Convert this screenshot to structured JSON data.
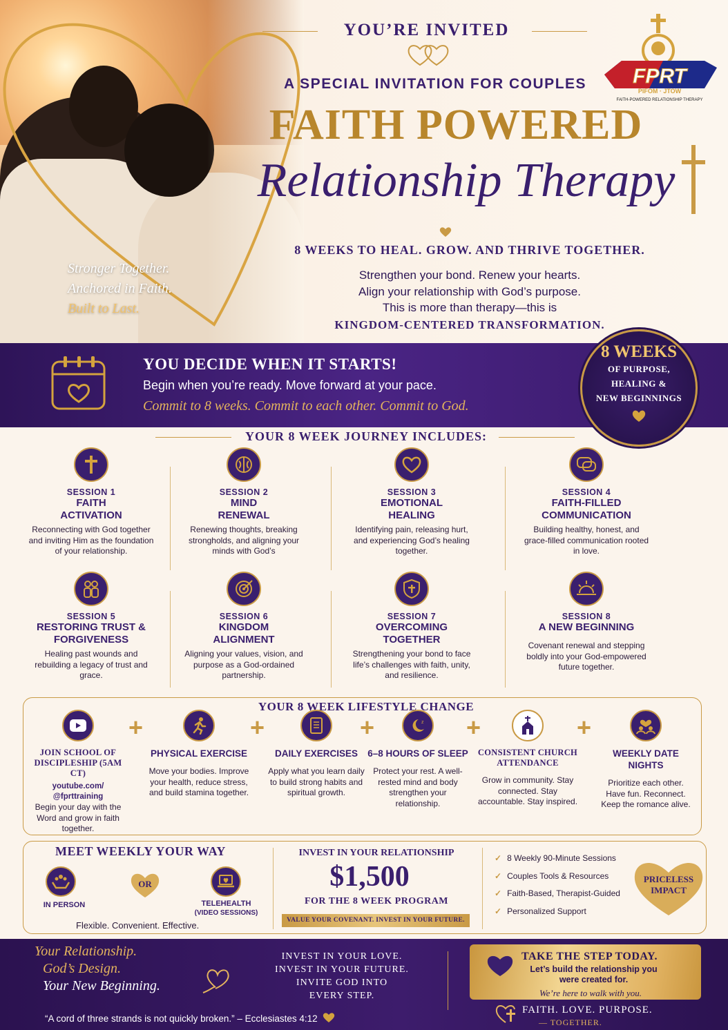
{
  "header": {
    "invited": "YOU’RE INVITED",
    "special": "A SPECIAL INVITATION FOR COUPLES",
    "title_line1": "FAITH POWERED",
    "title_line2": "Relationship Therapy",
    "weeks_tagline": "8 WEEKS TO HEAL. GROW. AND THRIVE TOGETHER.",
    "intro_lines": [
      "Strengthen your bond. Renew your hearts.",
      "Align your relationship with God’s purpose.",
      "This is more than therapy—this is"
    ],
    "kingdom": "KINGDOM-CENTERED TRANSFORMATION.",
    "photo_tagline": [
      "Stronger Together.",
      "Anchored in Faith.",
      "Built to Last."
    ]
  },
  "logo": {
    "main": "FPRT",
    "sub": "PIFOM · JTOW",
    "caption": "FAITH-POWERED RELATIONSHIP THERAPY"
  },
  "band": {
    "title": "YOU DECIDE WHEN IT STARTS!",
    "line": "Begin when you’re ready. Move forward at your pace.",
    "commit": "Commit to 8 weeks. Commit to each other. Commit to God.",
    "badge_big": "8 WEEKS",
    "badge_lines": [
      "OF PURPOSE,",
      "HEALING &",
      "NEW BEGINNINGS"
    ]
  },
  "journey": {
    "title": "YOUR 8 WEEK JOURNEY INCLUDES:",
    "sessions": [
      {
        "num": "SESSION 1",
        "name": "FAITH ACTIVATION",
        "desc": "Reconnecting with God together and inviting Him as the foundation of your relationship.",
        "icon": "cross-icon"
      },
      {
        "num": "SESSION 2",
        "name": "MIND RENEWAL",
        "desc": "Renewing thoughts, breaking strongholds, and aligning your minds with God’s",
        "icon": "brain-icon"
      },
      {
        "num": "SESSION 3",
        "name": "EMOTIONAL HEALING",
        "desc": "Identifying pain, releasing hurt, and experiencing God’s healing together.",
        "icon": "heart-icon"
      },
      {
        "num": "SESSION 4",
        "name": "FAITH-FILLED COMMUNICATION",
        "desc": "Building healthy, honest, and grace-filled communication rooted in love.",
        "icon": "chat-icon"
      },
      {
        "num": "SESSION 5",
        "name": "RESTORING TRUST & FORGIVENESS",
        "desc": "Healing past wounds and rebuilding a legacy of trust and grace.",
        "icon": "couple-icon"
      },
      {
        "num": "SESSION 6",
        "name": "KINGDOM ALIGNMENT",
        "desc": "Aligning your values, vision, and purpose as a God-ordained partnership.",
        "icon": "target-icon"
      },
      {
        "num": "SESSION 7",
        "name": "OVERCOMING TOGETHER",
        "desc": "Strengthening your bond to face life’s challenges with faith, unity, and resilience.",
        "icon": "shield-icon"
      },
      {
        "num": "SESSION 8",
        "name": "A NEW BEGINNING",
        "desc": "Covenant renewal and stepping boldly into your God-empowered future together.",
        "icon": "sunrise-icon"
      }
    ]
  },
  "lifestyle": {
    "title": "YOUR 8 WEEK LIFESTYLE CHANGE",
    "items": [
      {
        "name": "JOIN SCHOOL OF DISCIPLESHIP (5AM CT)",
        "sub": "youtube.com/ @fprttraining",
        "desc": "Begin your day with the Word and grow in faith together.",
        "icon": "play-icon"
      },
      {
        "name": "PHYSICAL EXERCISE",
        "sub": "",
        "desc": "Move your bodies. Improve your health, reduce stress, and build stamina together.",
        "icon": "runner-icon"
      },
      {
        "name": "DAILY EXERCISES",
        "sub": "",
        "desc": "Apply what you learn daily to build strong habits and spiritual growth.",
        "icon": "notebook-icon"
      },
      {
        "name": "6–8 HOURS OF SLEEP",
        "sub": "",
        "desc": "Protect your rest. A well-rested mind and body strengthen your relationship.",
        "icon": "moon-icon"
      },
      {
        "name": "CONSISTENT CHURCH ATTENDANCE",
        "sub": "",
        "desc": "Grow in community. Stay connected. Stay accountable. Stay inspired.",
        "icon": "church-icon"
      },
      {
        "name": "WEEKLY DATE NIGHTS",
        "sub": "",
        "desc": "Prioritize each other. Have fun. Reconnect. Keep the romance alive.",
        "icon": "date-icon"
      }
    ],
    "plus": "+"
  },
  "meet": {
    "title": "MEET WEEKLY YOUR WAY",
    "in_person": "IN PERSON",
    "or": "OR",
    "telehealth": "TELEHEALTH",
    "telehealth_sub": "(VIDEO SESSIONS)",
    "tagline": "Flexible. Convenient. Effective."
  },
  "invest": {
    "title": "INVEST IN YOUR RELATIONSHIP",
    "price": "$1,500",
    "for": "FOR THE 8 WEEK PROGRAM",
    "bar": "VALUE YOUR COVENANT. INVEST IN YOUR FUTURE."
  },
  "features": [
    "8 Weekly 90-Minute Sessions",
    "Couples Tools & Resources",
    "Faith-Based, Therapist-Guided",
    "Personalized Support"
  ],
  "priceless": "PRICELESS IMPACT",
  "footer": {
    "script": [
      "Your Relationship.",
      "God’s Design.",
      "Your New Beginning."
    ],
    "middle": [
      "INVEST IN YOUR LOVE.",
      "INVEST IN YOUR FUTURE.",
      "INVITE GOD INTO",
      "EVERY STEP."
    ],
    "take": "TAKE THE STEP TODAY.",
    "build": "Let’s build the relationship you were created for.",
    "walk": "We’re here to walk with you.",
    "flp": "FAITH. LOVE. PURPOSE.",
    "together": "— TOGETHER.",
    "quote": "“A cord of three strands is not quickly broken.” – Ecclesiastes 4:12"
  },
  "colors": {
    "purple": "#3a1f6e",
    "gold": "#b8862c",
    "cream": "#fbf4ec"
  }
}
